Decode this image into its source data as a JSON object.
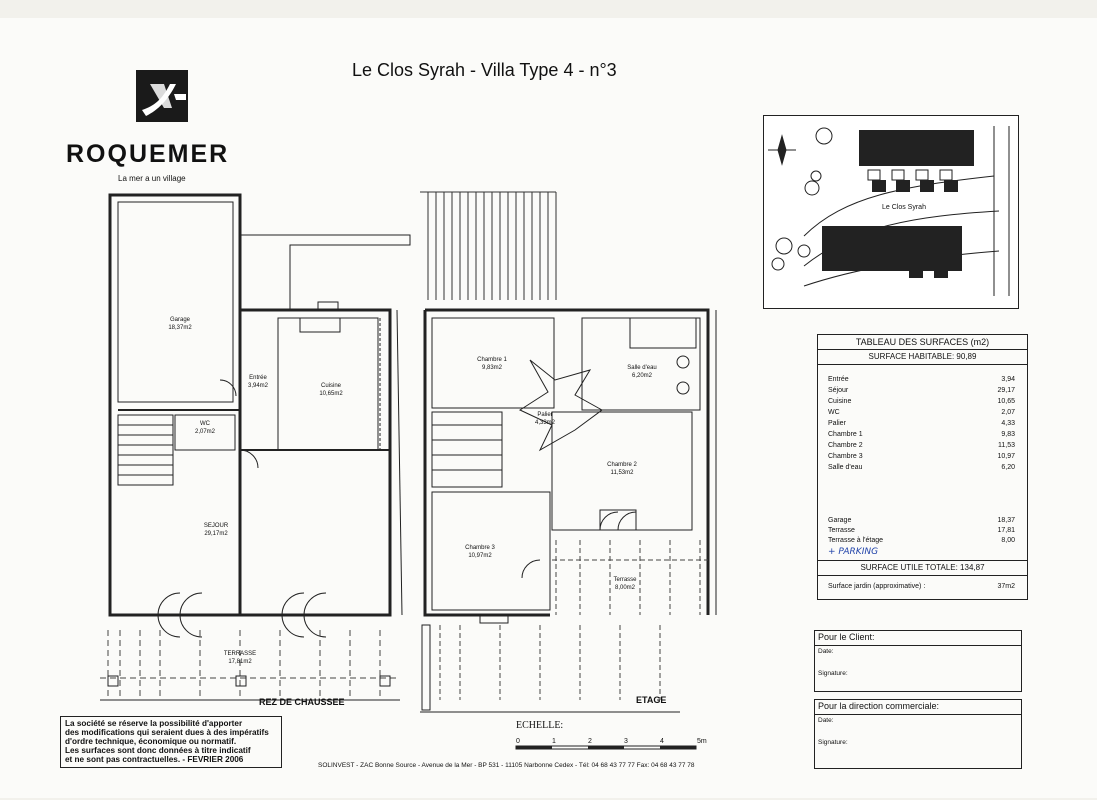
{
  "header": {
    "title": "Le Clos Syrah - Villa Type 4 - n°3",
    "brand": "ROQUEMER",
    "tagline": "La mer a un village"
  },
  "plans": {
    "ground": {
      "label": "REZ DE CHAUSSEE",
      "rooms": [
        {
          "name": "Garage",
          "area": "18,37m2"
        },
        {
          "name": "Entrée",
          "area": "3,94m2"
        },
        {
          "name": "Cuisine",
          "area": "10,65m2"
        },
        {
          "name": "WC",
          "area": "2,07m2"
        },
        {
          "name": "SEJOUR",
          "area": "29,17m2"
        },
        {
          "name": "TERRASSE",
          "area": "17,81m2"
        }
      ]
    },
    "upper": {
      "label": "ETAGE",
      "rooms": [
        {
          "name": "Chambre 1",
          "area": "9,83m2"
        },
        {
          "name": "Salle d'eau",
          "area": "6,20m2"
        },
        {
          "name": "Palier",
          "area": "4,33m2"
        },
        {
          "name": "Chambre 2",
          "area": "11,53m2"
        },
        {
          "name": "Chambre 3",
          "area": "10,97m2"
        },
        {
          "name": "Terrasse",
          "area": "8,00m2"
        }
      ]
    }
  },
  "site_map": {
    "label": "Le Clos Syrah"
  },
  "surfaces": {
    "title": "TABLEAU DES SURFACES (m2)",
    "habitable": "SURFACE HABITABLE: 90,89",
    "rows": [
      {
        "label": "Entrée",
        "value": "3,94"
      },
      {
        "label": "Séjour",
        "value": "29,17"
      },
      {
        "label": "Cuisine",
        "value": "10,65"
      },
      {
        "label": "WC",
        "value": "2,07"
      },
      {
        "label": "Palier",
        "value": "4,33"
      },
      {
        "label": "Chambre 1",
        "value": "9,83"
      },
      {
        "label": "Chambre 2",
        "value": "11,53"
      },
      {
        "label": "Chambre 3",
        "value": "10,97"
      },
      {
        "label": "Salle d'eau",
        "value": "6,20"
      }
    ],
    "extra_rows": [
      {
        "label": "Garage",
        "value": "18,37"
      },
      {
        "label": "Terrasse",
        "value": "17,81"
      },
      {
        "label": "Terrasse à l'étage",
        "value": "8,00"
      }
    ],
    "handwritten": "+ PARKING",
    "utile": "SURFACE UTILE TOTALE: 134,87",
    "jardin_label": "Surface jardin (approximative) :",
    "jardin_value": "37m2"
  },
  "client_box": {
    "heading": "Pour le Client:",
    "date": "Date:",
    "signature": "Signature:"
  },
  "direction_box": {
    "heading": "Pour la direction commerciale:",
    "date": "Date:",
    "signature": "Signature:"
  },
  "disclaimer": [
    "La société se réserve la possibilité d'apporter",
    "des modifications qui seraient dues à des impératifs",
    "d'ordre technique, économique ou normatif.",
    "Les surfaces sont donc données à titre indicatif",
    "et ne sont pas contractuelles. - FEVRIER 2006"
  ],
  "scale": {
    "label": "ECHELLE:",
    "ticks": [
      "0",
      "1",
      "2",
      "3",
      "4",
      "5m"
    ]
  },
  "footer": "SOLINVEST - ZAC Bonne Source - Avenue de la Mer - BP 531 - 11105 Narbonne Cedex - Tél: 04 68 43 77 77   Fax: 04 68 43 77 78"
}
